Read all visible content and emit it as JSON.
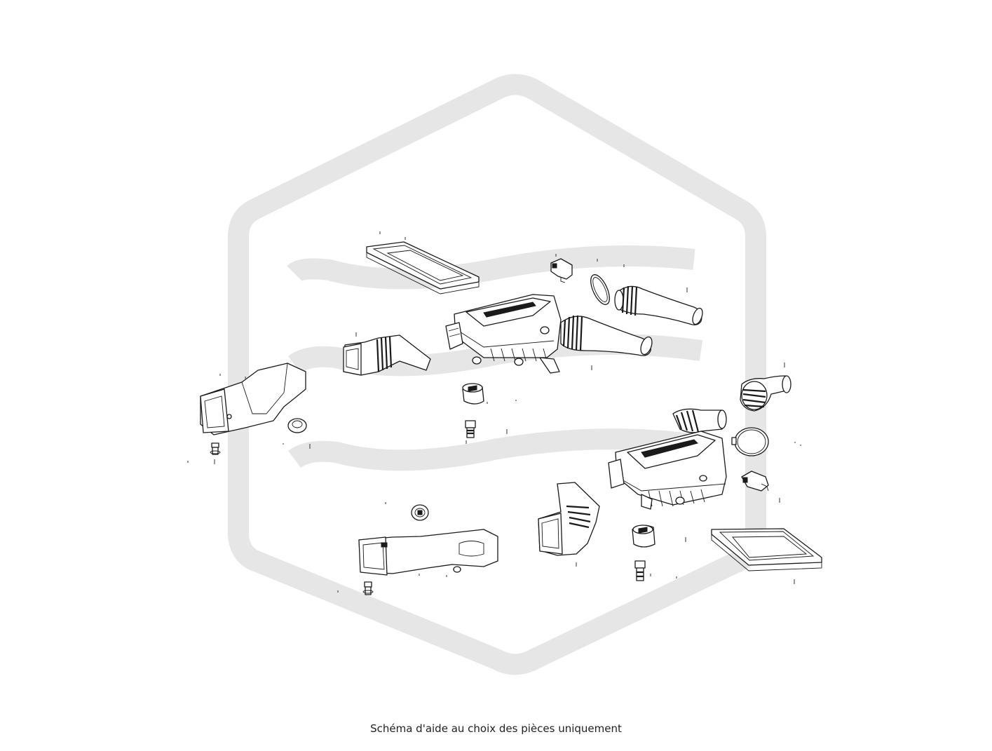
{
  "caption": "Schéma d'aide au choix des pièces uniquement",
  "watermark": {
    "color": "#e8e8e8",
    "shape": "hexagon-with-waves"
  },
  "parts": [
    {
      "name": "air-filter-element-left"
    },
    {
      "name": "air-flow-sensor-left"
    },
    {
      "name": "hose-clamp-left"
    },
    {
      "name": "intake-pipe-left"
    },
    {
      "name": "air-filter-housing-left"
    },
    {
      "name": "intake-duct-left"
    },
    {
      "name": "air-intake-channel-left"
    },
    {
      "name": "rubber-mount-left"
    },
    {
      "name": "grommet-left"
    },
    {
      "name": "bolt-left"
    },
    {
      "name": "screw-left"
    },
    {
      "name": "intake-pipe-right"
    },
    {
      "name": "hose-clamp-right"
    },
    {
      "name": "air-filter-housing-right"
    },
    {
      "name": "air-flow-sensor-right"
    },
    {
      "name": "intake-duct-right"
    },
    {
      "name": "rubber-mount-right"
    },
    {
      "name": "bolt-right"
    },
    {
      "name": "air-filter-element-right"
    },
    {
      "name": "grommet-right"
    },
    {
      "name": "air-intake-channel-right"
    },
    {
      "name": "screw-right"
    }
  ]
}
